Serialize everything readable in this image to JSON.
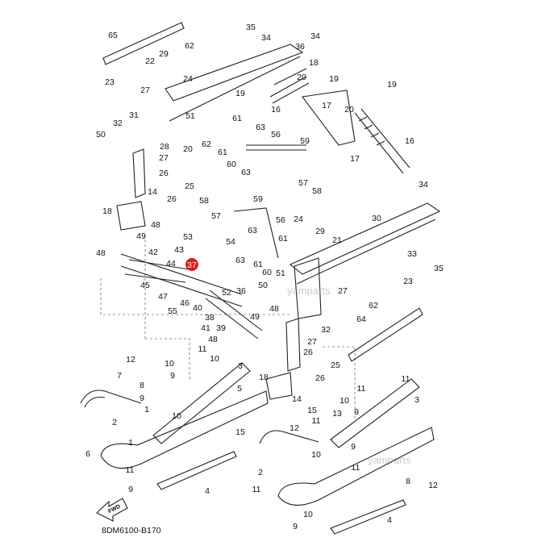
{
  "diagram": {
    "code": "8DM6100-B170",
    "fwd_label": "FWD",
    "watermark": "yamparts",
    "highlighted_part": "37",
    "highlight_color": "#e01b1b",
    "part_labels": [
      "65",
      "35",
      "34",
      "34",
      "36",
      "62",
      "29",
      "22",
      "23",
      "24",
      "18",
      "20",
      "19",
      "27",
      "19",
      "16",
      "17",
      "19",
      "31",
      "32",
      "51",
      "61",
      "63",
      "56",
      "20",
      "50",
      "62",
      "20",
      "28",
      "27",
      "16",
      "59",
      "61",
      "60",
      "63",
      "17",
      "26",
      "25",
      "14",
      "26",
      "57",
      "58",
      "34",
      "18",
      "58",
      "59",
      "57",
      "56",
      "24",
      "30",
      "48",
      "29",
      "21",
      "49",
      "53",
      "54",
      "63",
      "61",
      "33",
      "35",
      "42",
      "43",
      "48",
      "44",
      "63",
      "61",
      "60",
      "51",
      "23",
      "50",
      "45",
      "47",
      "46",
      "55",
      "36",
      "52",
      "27",
      "40",
      "38",
      "49",
      "48",
      "62",
      "32",
      "41",
      "39",
      "48",
      "64",
      "27",
      "11",
      "10",
      "26",
      "12",
      "10",
      "9",
      "3",
      "25",
      "7",
      "18",
      "26",
      "11",
      "8",
      "9",
      "14",
      "10",
      "15",
      "13",
      "11",
      "9",
      "5",
      "1",
      "3",
      "10",
      "11",
      "2",
      "15",
      "6",
      "1",
      "11",
      "9",
      "4",
      "10",
      "9",
      "11",
      "2",
      "8",
      "11",
      "12",
      "4",
      "9",
      "10",
      "12"
    ]
  }
}
